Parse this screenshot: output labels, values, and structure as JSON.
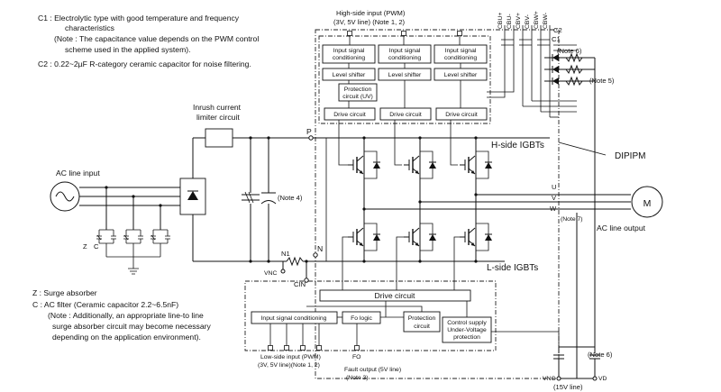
{
  "notes": {
    "c1_line1": "C1 : Electrolytic type with good temperature and frequency",
    "c1_line2": "characteristics",
    "c1_line3": "(Note : The capacitance value depends on the PWM control",
    "c1_line4": "scheme used in the applied system).",
    "c2_line1": "C2 : 0.22~2µF R-category ceramic capacitor for noise filtering."
  },
  "legend": {
    "z_line": "Z : Surge absorber",
    "c_line": "C : AC filter (Ceramic capacitor 2.2~6.5nF)",
    "note_line1": "(Note : Additionally, an appropriate line-to line",
    "note_line2": "surge absorber circuit may become necessary",
    "note_line3": "depending on the application environment)."
  },
  "high_side": {
    "title_line1": "High-side input (PWM)",
    "title_line2": "(3V, 5V line) (Note 1, 2)",
    "isc_line1": "Input signal",
    "isc_line2": "conditioning",
    "level_shifter": "Level shifter",
    "prot_line1": "Protection",
    "prot_line2": "circuit (UV)",
    "drive": "Drive circuit"
  },
  "power_side": {
    "inrush_line1": "Inrush current",
    "inrush_line2": "limiter circuit",
    "ac_input": "AC line input",
    "note4": "(Note 4)",
    "p_label": "P",
    "n_label": "N",
    "n1_label": "N1",
    "z_label": "Z",
    "c_label": "C",
    "vnc_left": "VNC",
    "cin_label": "CIN"
  },
  "igbt": {
    "hside": "H-side IGBTs",
    "lside": "L-side IGBTs",
    "dipipm": "DIPIPM"
  },
  "output": {
    "u": "U",
    "v": "V",
    "w": "W",
    "note7": "(Note 7)",
    "motor": "M",
    "ac_output": "AC line output"
  },
  "bootstrap": {
    "cbu_plus": "CBU+",
    "cbv_plus": "CBV+",
    "cbw_plus": "CBW+",
    "cbu_minus": "CBU-",
    "cbv_minus": "CBV-",
    "cbw_minus": "CBW-",
    "c2": "C2",
    "c1": "C1",
    "note6": "(Note 6)",
    "note5": "(Note 5)"
  },
  "low_side": {
    "drive": "Drive circuit",
    "isc": "Input signal conditioning",
    "fo_logic": "Fo logic",
    "prot_line1": "Protection",
    "prot_line2": "circuit",
    "cs_line1": "Control supply",
    "cs_line2": "Under-Voltage",
    "cs_line3": "protection",
    "input_line1": "Low-side input (PWM)",
    "input_line2": "(3V, 5V line)(Note 1, 2)",
    "fo": "FO",
    "fault_line1": "Fault output (5V line)",
    "fault_line2": "(Note 3)",
    "note6": "(Note 6)",
    "vnc": "VNC",
    "vd": "VD",
    "supply": "(15V line)"
  }
}
